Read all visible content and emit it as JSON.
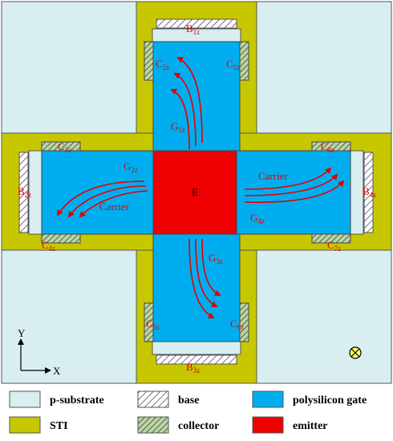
{
  "colors": {
    "substrate": "#d9eef1",
    "sti": "#c7c700",
    "base_bg": "#ffffff",
    "gate": "#00aeef",
    "emitter": "#ee0000",
    "label": "#e00000",
    "arrow": "#e00000"
  },
  "emitter_label": "E",
  "regions": {
    "top": {
      "base": "B",
      "base_sub": "1z",
      "c_left": "C",
      "c_left_sub": "2z",
      "c_right": "C",
      "c_right_sub": "1z",
      "gate": "G",
      "gate_sub": "1z"
    },
    "left": {
      "base": "B",
      "base_sub": "2z",
      "c_top": "C",
      "c_top_sub": "3z",
      "c_bottom": "C",
      "c_bottom_sub": "4z",
      "gate": "G",
      "gate_sub": "2z",
      "carrier": "Carrier"
    },
    "right": {
      "base": "B",
      "base_sub": "4z",
      "c_top": "C",
      "c_top_sub": "8z",
      "c_bottom": "C",
      "c_bottom_sub": "7z",
      "gate": "G",
      "gate_sub": "4z",
      "carrier": "Carrier"
    },
    "bottom": {
      "base": "B",
      "base_sub": "3z",
      "c_left": "C",
      "c_left_sub": "5z",
      "c_right": "C",
      "c_right_sub": "6z",
      "gate": "G",
      "gate_sub": "3z"
    }
  },
  "axes": {
    "y": "Y",
    "x": "X"
  },
  "legend": [
    {
      "swatch": "substrate",
      "label": "p-substrate"
    },
    {
      "swatch": "base",
      "label": "base"
    },
    {
      "swatch": "gate",
      "label": "polysilicon gate"
    },
    {
      "swatch": "sti",
      "label": "STI"
    },
    {
      "swatch": "collector",
      "label": "collector"
    },
    {
      "swatch": "emitter",
      "label": "emitter"
    }
  ]
}
